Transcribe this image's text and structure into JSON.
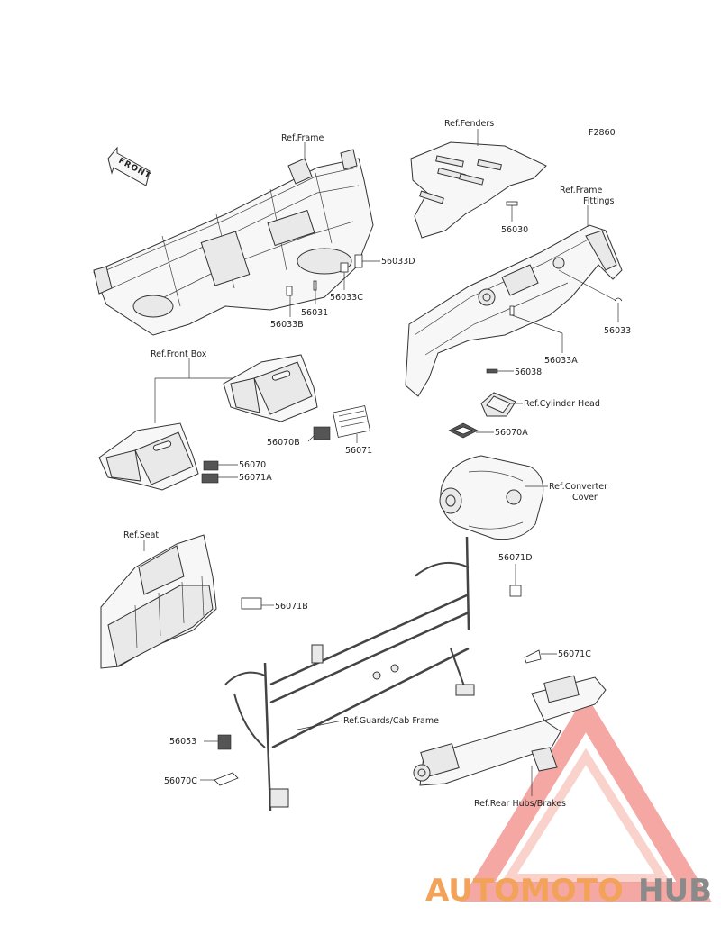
{
  "figure_code": "F2860",
  "front_arrow_label": "FRONT",
  "labels": {
    "ref_frame": "Ref.Frame",
    "ref_fenders": "Ref.Fenders",
    "ref_frame_fittings_1": "Ref.Frame",
    "ref_frame_fittings_2": "Fittings",
    "ref_front_box": "Ref.Front Box",
    "ref_cylinder_head": "Ref.Cylinder Head",
    "ref_converter_cover_1": "Ref.Converter",
    "ref_converter_cover_2": "Cover",
    "ref_seat": "Ref.Seat",
    "ref_guards_cab_frame": "Ref.Guards/Cab Frame",
    "ref_rear_hubs_brakes": "Ref.Rear Hubs/Brakes"
  },
  "parts": {
    "p56030": "56030",
    "p56031": "56031",
    "p56033": "56033",
    "p56033A": "56033A",
    "p56033B": "56033B",
    "p56033C": "56033C",
    "p56033D": "56033D",
    "p56038": "56038",
    "p56053": "56053",
    "p56070": "56070",
    "p56070A": "56070A",
    "p56070B": "56070B",
    "p56070C": "56070C",
    "p56071": "56071",
    "p56071A": "56071A",
    "p56071B": "56071B",
    "p56071C": "56071C",
    "p56071D": "56071D"
  },
  "watermark": {
    "part1": "AUTOMOTO",
    "part2": "HUB",
    "color_red": "#e8413a",
    "color_orange": "#f3a25a",
    "color_gray": "#8a8a8a"
  }
}
